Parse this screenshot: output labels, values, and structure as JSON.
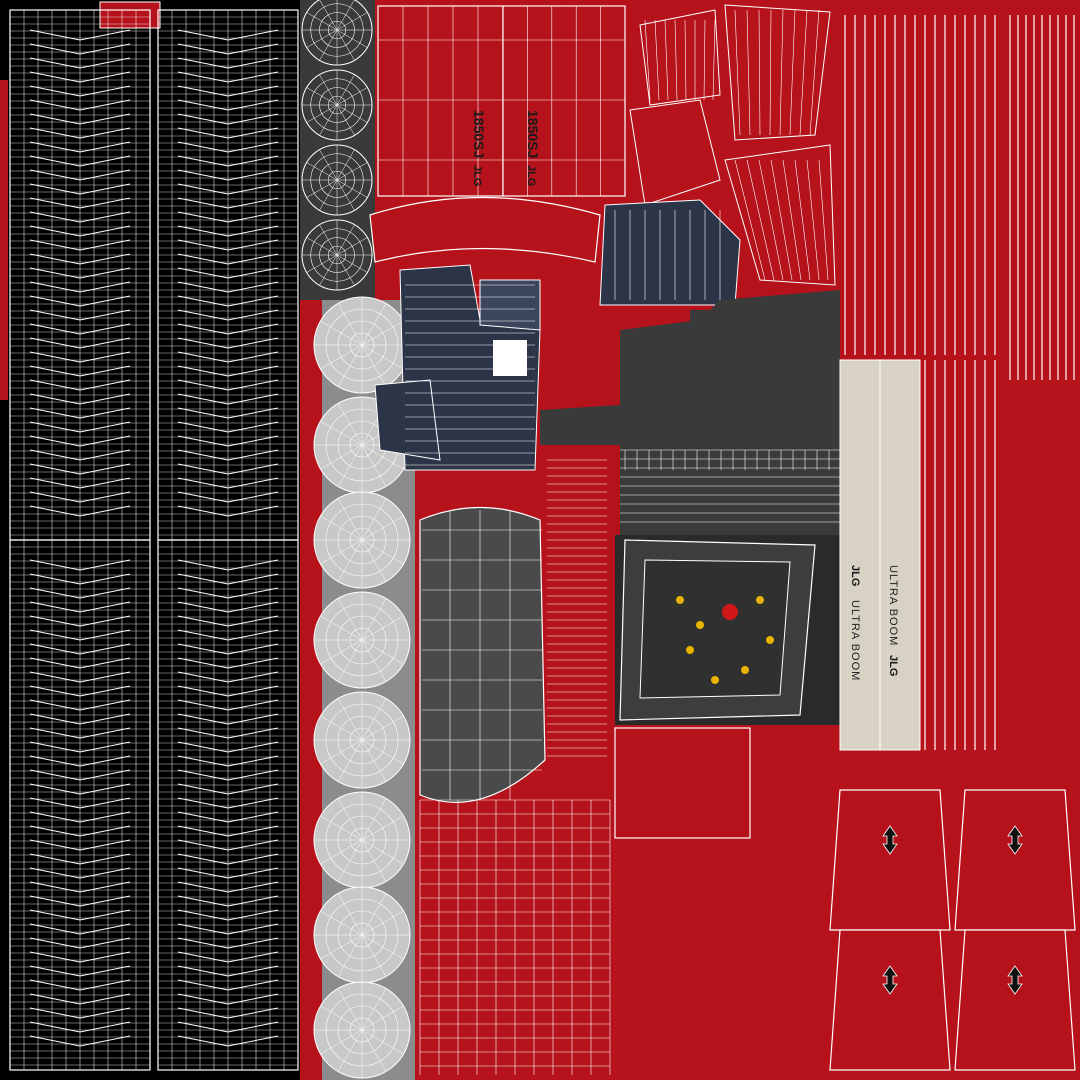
{
  "colors": {
    "red": "#b5121b",
    "black": "#000000",
    "dark_panel": "#2c3447",
    "grey_panel": "#3a3a3a",
    "light_grey": "#c8c8c8",
    "beige": "#d8d2c4",
    "wire": "#ffffff"
  },
  "decals": {
    "brand": "JLG",
    "model_code": "1850SJ",
    "product_name": "ULTRA BOOM"
  },
  "icons": {
    "up_down_arrow": "up-down-arrow-icon",
    "control_dial": "control-dial-icon"
  }
}
